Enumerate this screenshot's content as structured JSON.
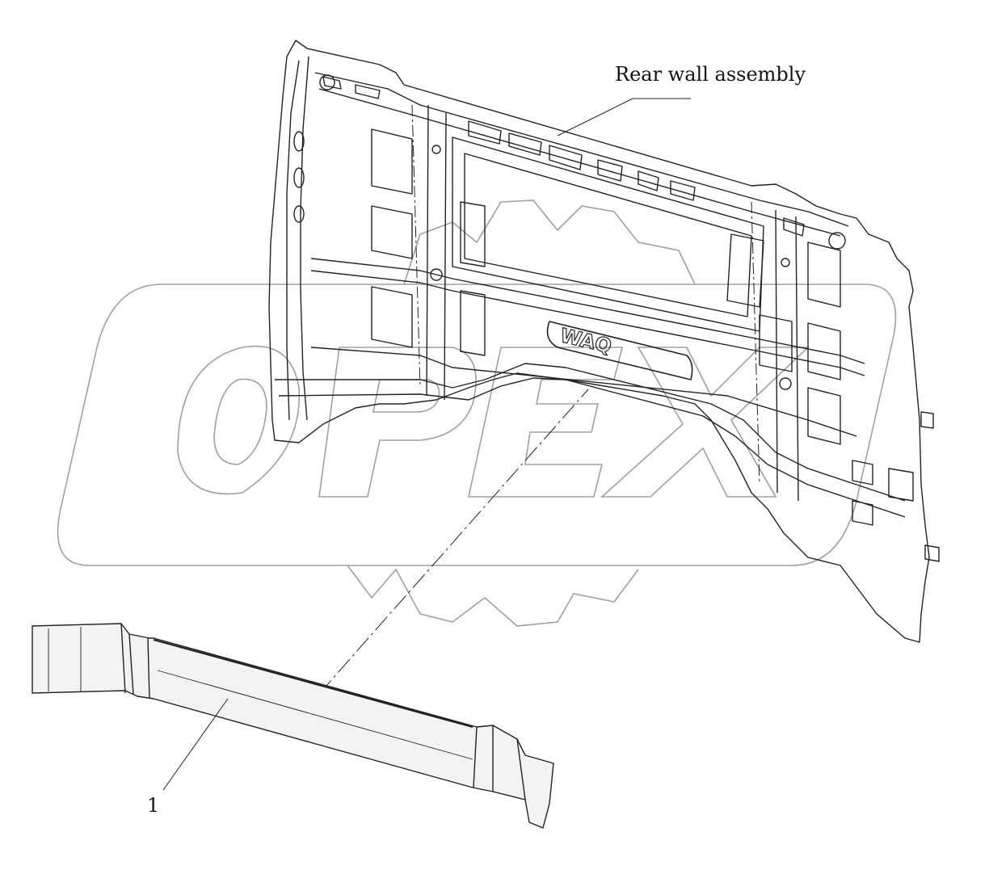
{
  "diagram": {
    "callouts": {
      "assembly_label": "Rear wall assembly",
      "part_number": "1"
    },
    "watermark": {
      "brand": "OPEX"
    },
    "panel_badge": "WAQ"
  },
  "colors": {
    "line": "#222222",
    "watermark": "#9a9a9a",
    "background": "#ffffff",
    "part_fill": "#efefef"
  }
}
